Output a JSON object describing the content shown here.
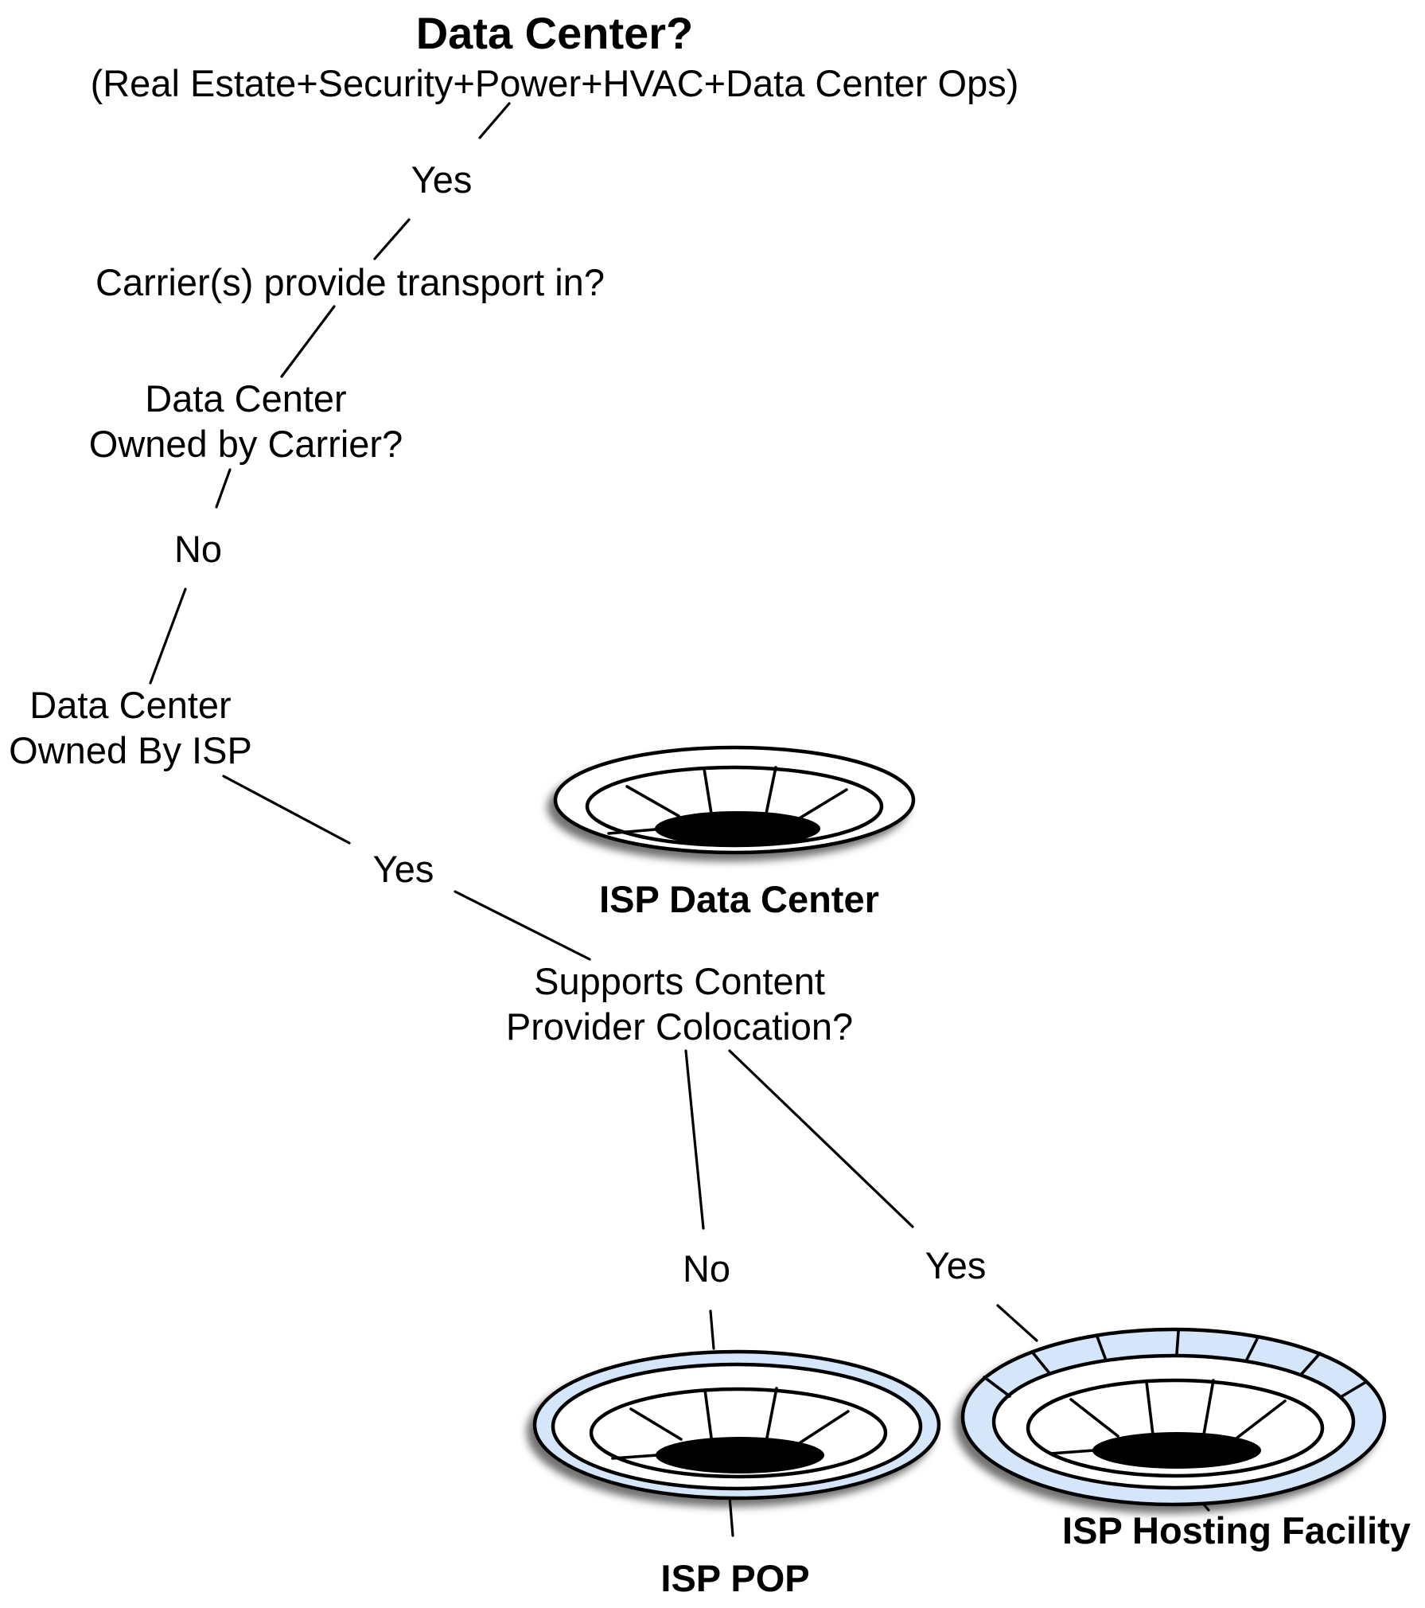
{
  "nodes": {
    "root": {
      "title": "Data Center?",
      "subtitle": "(Real Estate+Security+Power+HVAC+Data Center Ops)"
    },
    "answer_yes_1": "Yes",
    "carrier_transport": "Carrier(s) provide transport in?",
    "owned_by_carrier": {
      "line1": "Data Center",
      "line2": "Owned by Carrier?"
    },
    "answer_no_1": "No",
    "owned_by_isp": {
      "line1": "Data Center",
      "line2": "Owned By ISP"
    },
    "answer_yes_2": "Yes",
    "content_colocation": {
      "line1": "Supports Content",
      "line2": "Provider Colocation?"
    },
    "answer_no_2": "No",
    "answer_yes_3": "Yes"
  },
  "facilities": {
    "isp_data_center": {
      "label": "ISP Data Center",
      "outer_ring_color": "#ffffff"
    },
    "isp_pop": {
      "label": "ISP POP",
      "outer_ring_color": "#d5e6fb"
    },
    "isp_hosting_facility": {
      "label": "ISP Hosting Facility",
      "outer_ring_color": "#d5e6fb"
    }
  },
  "colors": {
    "line": "#000000",
    "text": "#000000",
    "hosting_ring": "#d5e6fb",
    "core": "#000000"
  }
}
